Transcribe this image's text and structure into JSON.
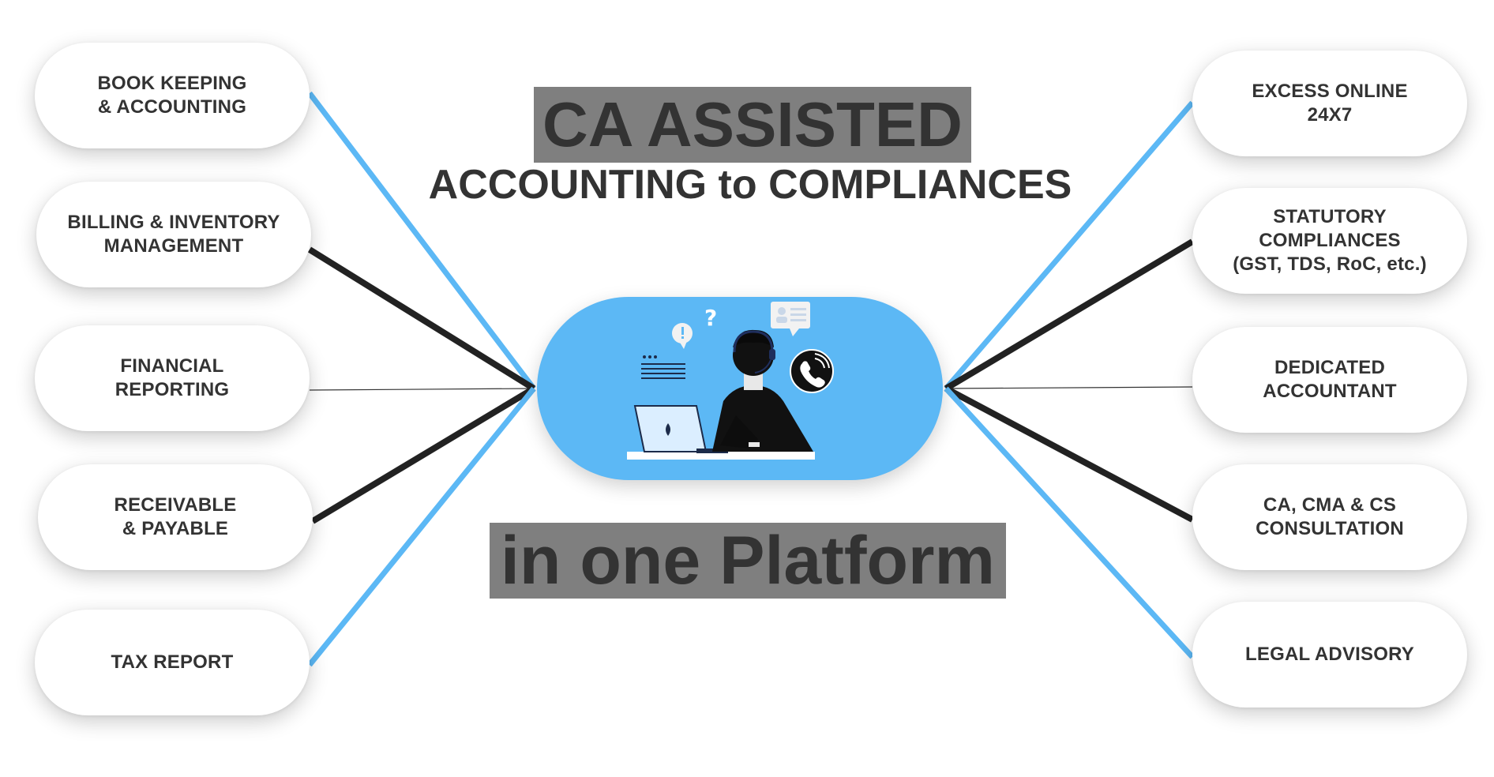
{
  "diagram": {
    "title_main": "CA ASSISTED",
    "title_sub": "ACCOUNTING to COMPLIANCES",
    "title_bottom": "in one Platform",
    "hub_icons": [
      "support-agent-icon",
      "laptop-icon",
      "phone-call-icon",
      "question-icon",
      "chat-bubble-icon",
      "profile-card-icon",
      "text-lines-icon"
    ],
    "left_services": [
      "BOOK KEEPING\n& ACCOUNTING",
      "BILLING & INVENTORY\nMANAGEMENT",
      "FINANCIAL\nREPORTING",
      "RECEIVABLE\n& PAYABLE",
      "TAX REPORT"
    ],
    "right_services": [
      "EXCESS ONLINE\n24X7",
      "STATUTORY\nCOMPLIANCES\n(GST, TDS, RoC, etc.)",
      "DEDICATED\nACCOUNTANT",
      "CA, CMA & CS\nCONSULTATION",
      "LEGAL ADVISORY"
    ],
    "colors": {
      "hub": "#5cb8f5",
      "connector_blue": "#5cb8f5",
      "connector_dark": "#222222",
      "connector_thin": "#333333",
      "title_band": "#7f7f7f",
      "text": "#333333"
    }
  }
}
